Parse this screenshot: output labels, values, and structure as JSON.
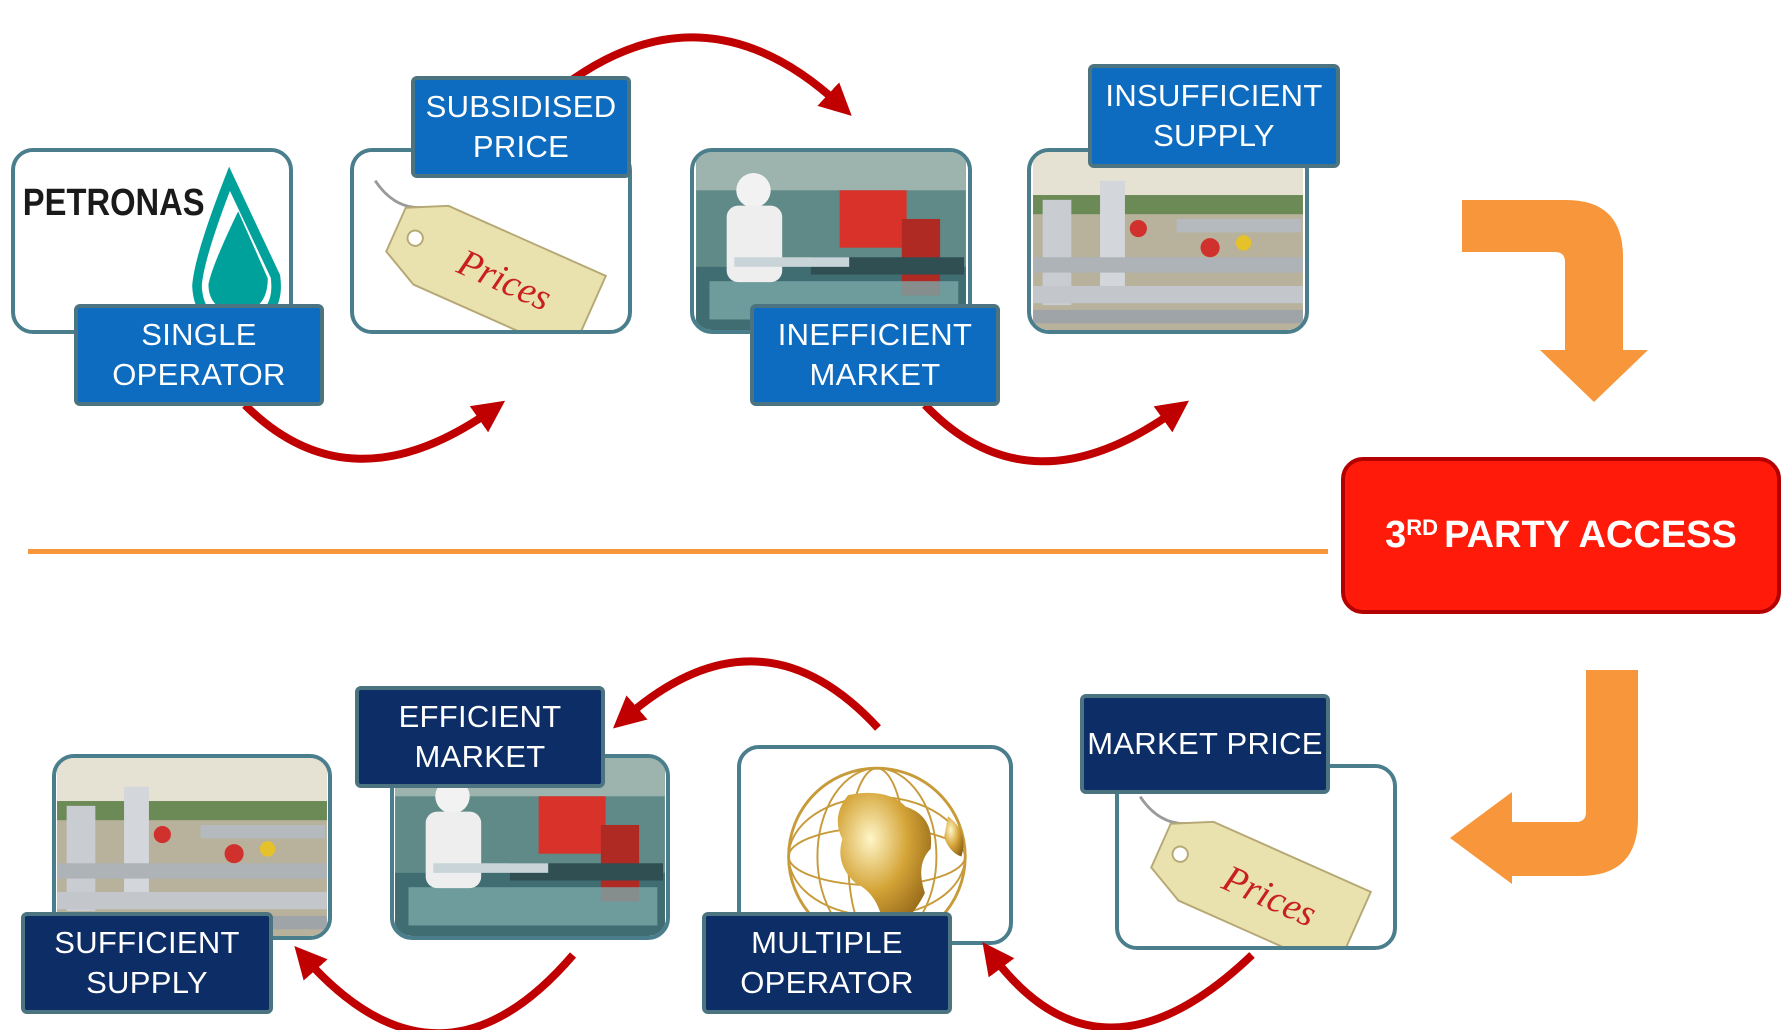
{
  "top_row": {
    "single_operator": {
      "line1": "SINGLE",
      "line2": "OPERATOR",
      "logo_text": "PETRONAS"
    },
    "subsidised_price": {
      "line1": "SUBSIDISED",
      "line2": "PRICE",
      "tag_text": "Prices"
    },
    "inefficient_market": {
      "line1": "INEFFICIENT",
      "line2": "MARKET"
    },
    "insufficient_supply": {
      "line1": "INSUFFICIENT",
      "line2": "SUPPLY"
    }
  },
  "center": {
    "access_number": "3",
    "access_superscript": "RD",
    "access_text": "PARTY ACCESS"
  },
  "bottom_row": {
    "market_price": {
      "line1": "MARKET PRICE",
      "tag_text": "Prices"
    },
    "multiple_operator": {
      "line1": "MULTIPLE",
      "line2": "OPERATOR"
    },
    "efficient_market": {
      "line1": "EFFICIENT",
      "line2": "MARKET"
    },
    "sufficient_supply": {
      "line1": "SUFFICIENT",
      "line2": "SUPPLY"
    }
  },
  "colors": {
    "top_label": "#0d6bc0",
    "bottom_label": "#0c2d66",
    "cycle_arrow": "#c00000",
    "flow_arrow": "#f7963a",
    "access_box": "#ff1a0a"
  }
}
